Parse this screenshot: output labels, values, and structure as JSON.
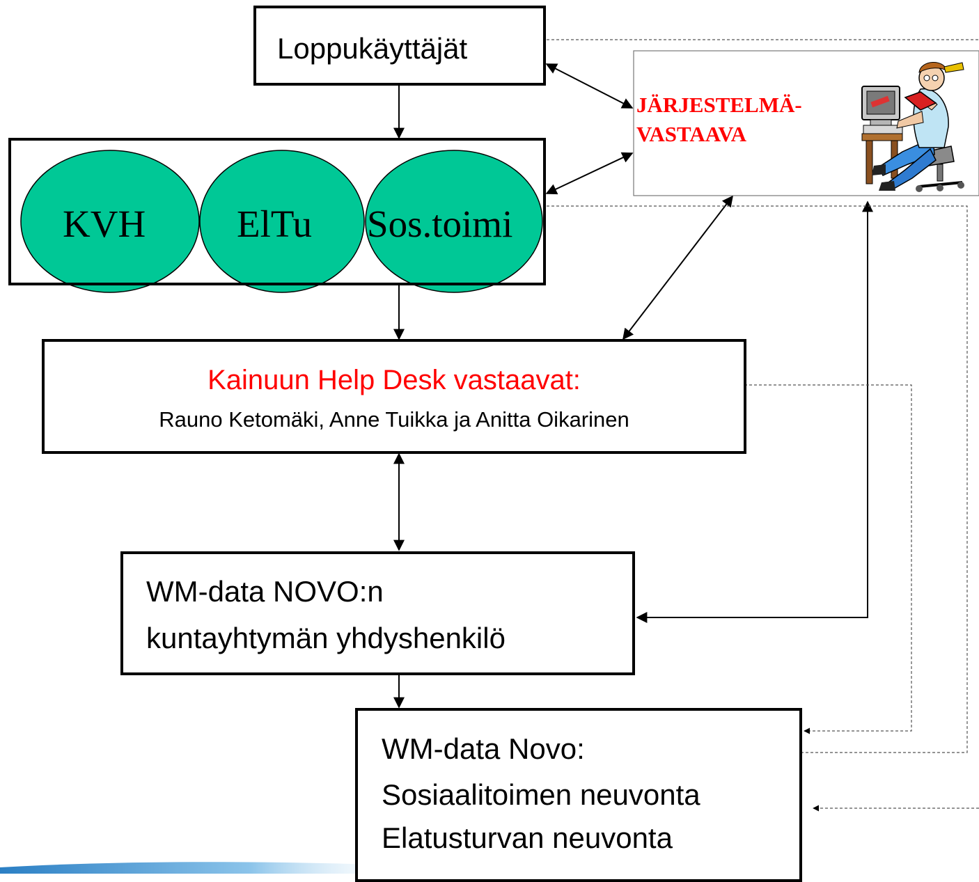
{
  "nodes": {
    "end_users": {
      "label": "Loppukäyttäjät"
    },
    "org_group": {
      "units": [
        "KVH",
        "ElTu",
        "Sos.toimi"
      ],
      "unit_color": "#00c896"
    },
    "admin": {
      "line1": "JÄRJESTELMÄ-",
      "line2": "VASTAAVA",
      "text_color": "#ff0000",
      "illustration": "person-at-computer-clipart"
    },
    "helpdesk": {
      "title": "Kainuun Help Desk vastaavat:",
      "names": "Rauno Ketomäki, Anne Tuikka ja Anitta Oikarinen",
      "title_color": "#ff0000"
    },
    "novo_contact": {
      "line1": "WM-data NOVO:n",
      "line2": "kuntayhtymän yhdyshenkilö"
    },
    "novo_support": {
      "line1": "WM-data Novo:",
      "line2": "Sosiaalitoimen neuvonta",
      "line3": "Elatusturvan neuvonta"
    }
  },
  "colors": {
    "line": "#000000",
    "dashed": "#555555",
    "accent_wave": "#3a9ad9"
  }
}
